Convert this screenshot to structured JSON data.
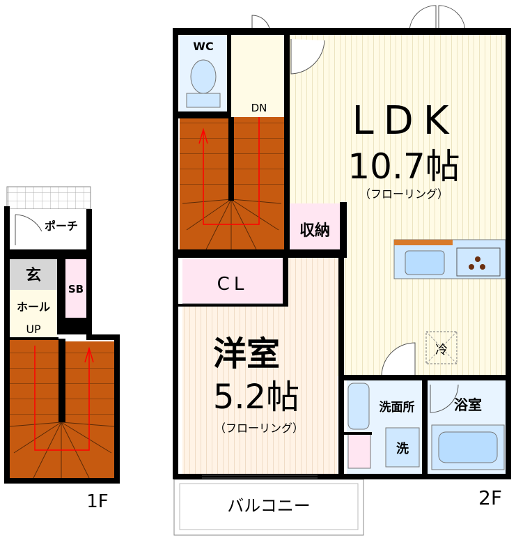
{
  "floors": {
    "first": {
      "label": "1F",
      "rooms": {
        "porch": "ポーチ",
        "entrance": "玄",
        "hall": "ホール",
        "up": "UP",
        "shoe_box": "SB"
      }
    },
    "second": {
      "label": "2F",
      "rooms": {
        "wc": "WC",
        "down": "DN",
        "ldk_name": "LDK",
        "ldk_size": "10.7帖",
        "ldk_floor": "（フローリング）",
        "storage": "収納",
        "closet": "CL",
        "western_name": "洋室",
        "western_size": "5.2帖",
        "western_floor": "（フローリング）",
        "fridge": "冷",
        "washroom": "洗面所",
        "bathroom": "浴室",
        "washer": "洗",
        "balcony": "バルコニー"
      }
    }
  },
  "colors": {
    "wall": "#000000",
    "stairs": "#c65a10",
    "stair_arrow": "#ff0000",
    "ldk_floor": "#fffbe6",
    "western_floor": "#fff2e4",
    "closet": "#ffe6f2",
    "storage": "#ffe6f2",
    "wet_area": "#d9f0ff",
    "tile": "#ffffff"
  }
}
